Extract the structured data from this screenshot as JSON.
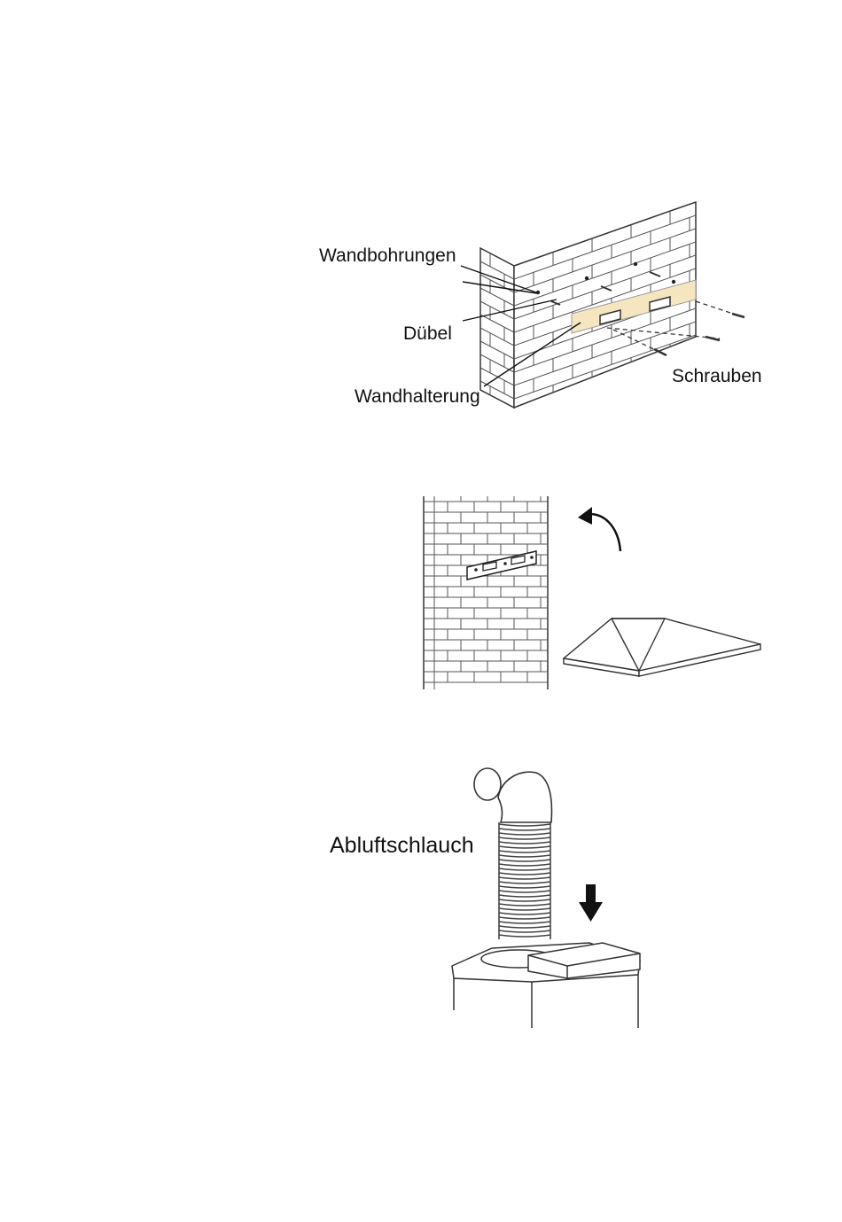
{
  "figure1": {
    "labels": {
      "wall_holes": "Wandbohrungen",
      "anchors": "Dübel",
      "bracket": "Wandhalterung",
      "screws": "Schrauben"
    },
    "colors": {
      "bracket_fill": "#f5e6bf"
    }
  },
  "figure3": {
    "labels": {
      "hose": "Abluftschlauch"
    }
  },
  "colors": {
    "line": "#333333",
    "brick": "#555555"
  }
}
